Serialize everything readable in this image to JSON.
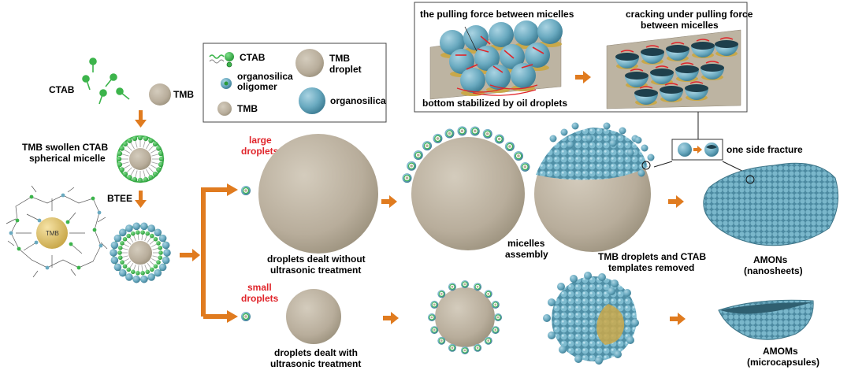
{
  "colors": {
    "ctab_green": "#3cb44b",
    "tmb_beige": "#b8ad9b",
    "organosilica_blue": "#6aaac0",
    "arrow_orange": "#e07b1f",
    "highlight_red": "#e0242a",
    "oil_yellow": "#c9a84a"
  },
  "icons": [
    "ctab-icon",
    "tmb-icon",
    "organosilica-oligomer-icon",
    "organosilica-icon",
    "arrow-icon"
  ],
  "left_column": {
    "ctab_label": "CTAB",
    "tmb_label": "TMB",
    "swollen_label_1": "TMB swollen CTAB",
    "swollen_label_2": "spherical micelle",
    "btee_label": "BTEE",
    "molecule_center_label": "TMB"
  },
  "legend": {
    "ctab": "CTAB",
    "oligomer_1": "organosilica",
    "oligomer_2": "oligomer",
    "tmb": "TMB",
    "tmb_droplet_1": "TMB",
    "tmb_droplet_2": "droplet",
    "organosilica": "organosilica"
  },
  "inset": {
    "pulling_title": "the pulling force between micelles",
    "cracking_title_1": "cracking under pulling force",
    "cracking_title_2": "between micelles",
    "bottom_note": "bottom stabilized by oil droplets"
  },
  "fracture": {
    "label": "one side fracture"
  },
  "top_path": {
    "size_1": "large",
    "size_2": "droplets",
    "treatment_1": "droplets dealt without",
    "treatment_2": "ultrasonic treatment",
    "assembly_1": "micelles",
    "assembly_2": "assembly",
    "removed_1": "TMB droplets and CTAB",
    "removed_2": "templates removed",
    "product_1": "AMONs",
    "product_2": "(nanosheets)"
  },
  "bottom_path": {
    "size_1": "small",
    "size_2": "droplets",
    "treatment_1": "droplets dealt with",
    "treatment_2": "ultrasonic treatment",
    "product_1": "AMOMs",
    "product_2": "(microcapsules)"
  }
}
